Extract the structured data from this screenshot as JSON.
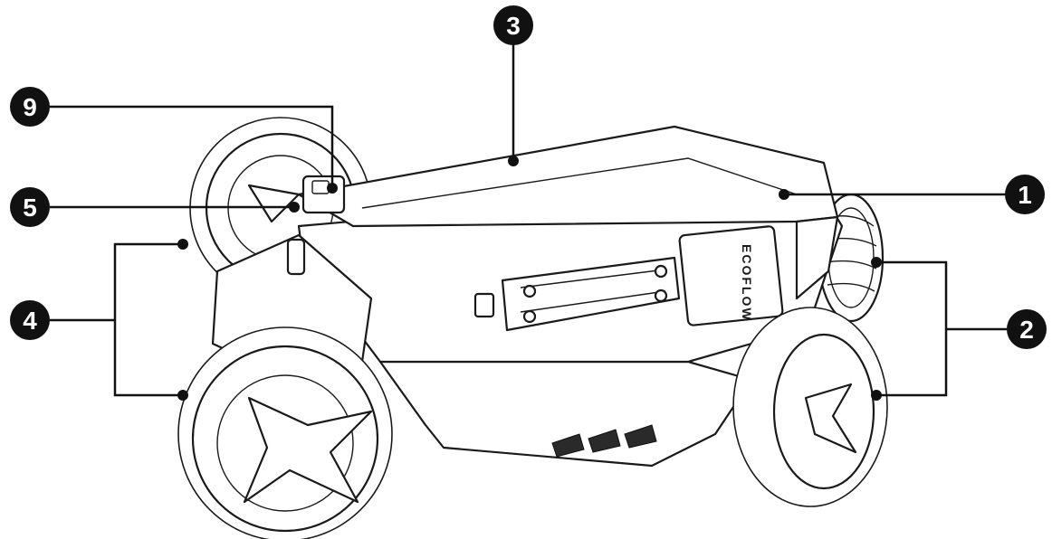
{
  "brand_text": "ECOFLOW",
  "callouts": [
    {
      "id": "c1",
      "number": "1"
    },
    {
      "id": "c2",
      "number": "2"
    },
    {
      "id": "c3",
      "number": "3"
    },
    {
      "id": "c4",
      "number": "4"
    },
    {
      "id": "c5",
      "number": "5"
    },
    {
      "id": "c9",
      "number": "9"
    }
  ],
  "colors": {
    "ink": "#111111",
    "background": "#ffffff"
  }
}
